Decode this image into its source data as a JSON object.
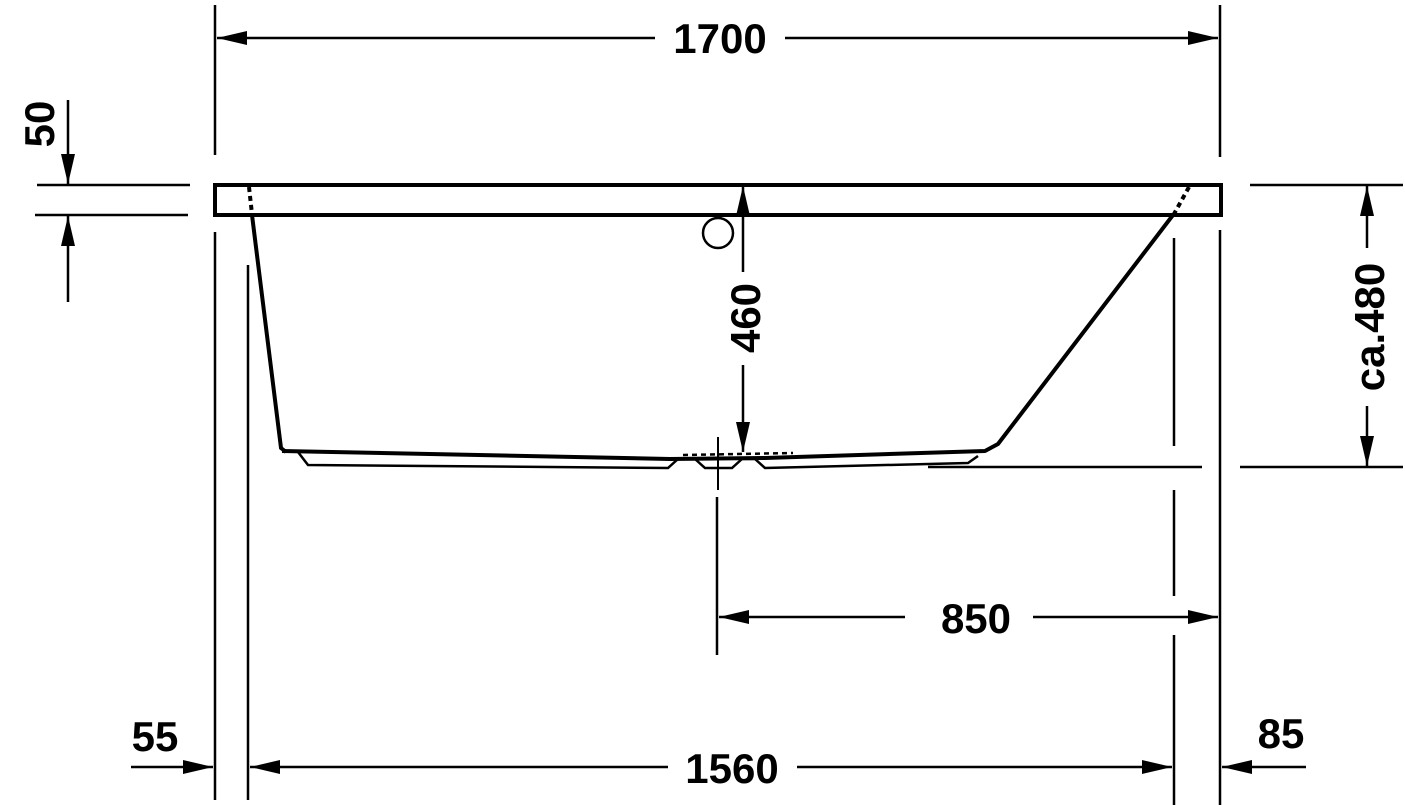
{
  "drawing": {
    "type": "technical-drawing",
    "subject": "bathtub side elevation",
    "line_color": "#000000",
    "background": "#ffffff",
    "units": "mm"
  },
  "dimensions": {
    "overall_length": {
      "label": "1700",
      "value": 1700,
      "orientation": "horizontal",
      "position": "top"
    },
    "rim_thickness": {
      "label": "50",
      "value": 50,
      "orientation": "vertical",
      "position": "left"
    },
    "inner_depth": {
      "label": "460",
      "value": 460,
      "orientation": "vertical",
      "position": "center"
    },
    "overall_height": {
      "label": "ca.480",
      "value": 480,
      "approximate": true,
      "orientation": "vertical",
      "position": "right"
    },
    "drain_offset": {
      "label": "850",
      "value": 850,
      "orientation": "horizontal",
      "position": "middle-right"
    },
    "left_offset": {
      "label": "55",
      "value": 55,
      "orientation": "horizontal",
      "position": "bottom-left"
    },
    "base_length": {
      "label": "1560",
      "value": 1560,
      "orientation": "horizontal",
      "position": "bottom"
    },
    "right_offset": {
      "label": "85",
      "value": 85,
      "orientation": "horizontal",
      "position": "bottom-right"
    }
  },
  "features": {
    "overflow": "overflow-circle",
    "drain": "drain-centerline"
  }
}
